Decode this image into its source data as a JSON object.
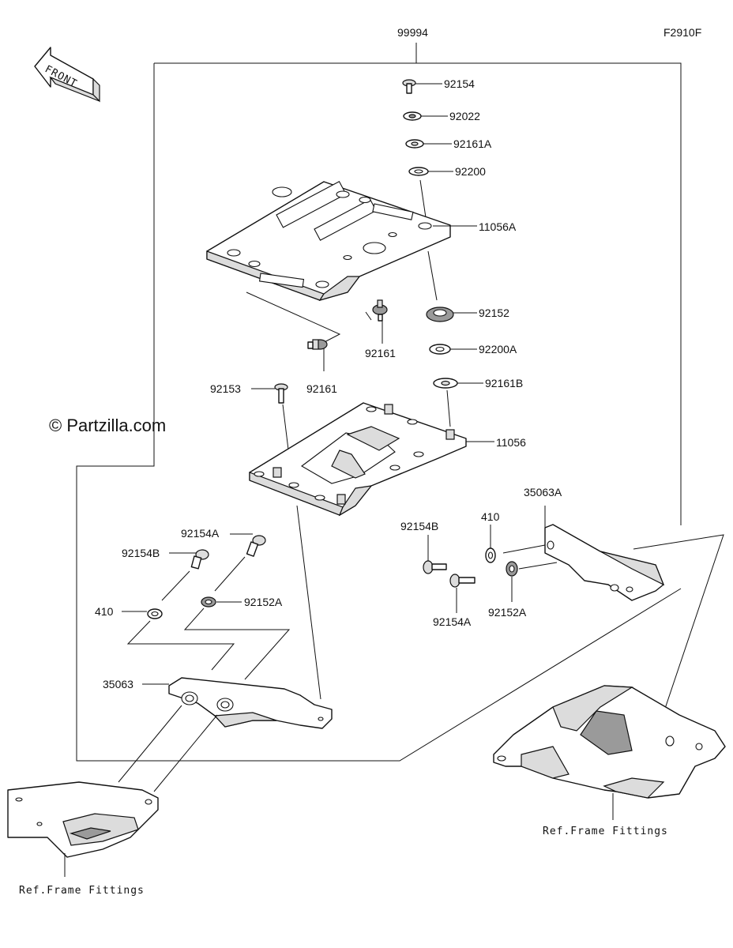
{
  "header": {
    "assembly_label": "99994",
    "diagram_code": "F2910F",
    "front_label": "FRONT"
  },
  "copyright": "© Partzilla.com",
  "references": {
    "left": "Ref.Frame Fittings",
    "right": "Ref.Frame Fittings"
  },
  "parts": [
    {
      "id": "p-92154",
      "number": "92154"
    },
    {
      "id": "p-92022",
      "number": "92022"
    },
    {
      "id": "p-92161A",
      "number": "92161A"
    },
    {
      "id": "p-92200",
      "number": "92200"
    },
    {
      "id": "p-11056A",
      "number": "11056A"
    },
    {
      "id": "p-92152",
      "number": "92152"
    },
    {
      "id": "p-92161-upper",
      "number": "92161"
    },
    {
      "id": "p-92200A",
      "number": "92200A"
    },
    {
      "id": "p-92161-lower",
      "number": "92161"
    },
    {
      "id": "p-92161B",
      "number": "92161B"
    },
    {
      "id": "p-92153",
      "number": "92153"
    },
    {
      "id": "p-11056",
      "number": "11056"
    },
    {
      "id": "p-35063A",
      "number": "35063A"
    },
    {
      "id": "p-410-right",
      "number": "410"
    },
    {
      "id": "p-92154B-right",
      "number": "92154B"
    },
    {
      "id": "p-92154A-right",
      "number": "92154A"
    },
    {
      "id": "p-92152A-right",
      "number": "92152A"
    },
    {
      "id": "p-92154A-left",
      "number": "92154A"
    },
    {
      "id": "p-92154B-left",
      "number": "92154B"
    },
    {
      "id": "p-410-left",
      "number": "410"
    },
    {
      "id": "p-92152A-left",
      "number": "92152A"
    },
    {
      "id": "p-35063",
      "number": "35063"
    }
  ]
}
